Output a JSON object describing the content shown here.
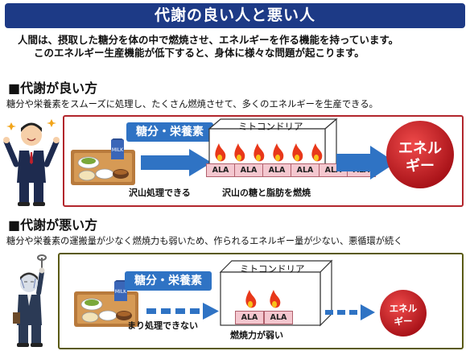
{
  "header": {
    "title": "代謝の良い人と悪い人"
  },
  "intro": {
    "line1": "人間は、摂取した糖分を体の中で燃焼させ、エネルギーを作る機能を持っています。",
    "line2": "このエネルギー生産機能が低下すると、身体に様々な問題が起こります。"
  },
  "good": {
    "heading": "■代謝が良い方",
    "description": "糖分や栄養素をスムーズに処理し、たくさん燃焼させて、多くのエネルギーを生産できる。",
    "nutrient_label": "糖分・栄養素",
    "mitochondria_label": "ミトコンドリア",
    "ala_labels": [
      "ALA",
      "ALA",
      "ALA",
      "ALA",
      "ALA",
      "ALA"
    ],
    "processing_caption": "沢山処理できる",
    "burning_caption": "沢山の糖と脂肪を燃焼",
    "energy_label_line1": "エネル",
    "energy_label_line2": "ギー",
    "milk_label": "MILK"
  },
  "bad": {
    "heading": "■代謝が悪い方",
    "description": "糖分や栄養素の運搬量が少なく燃焼力も弱いため、作られるエネルギー量が少ない、悪循環が続く",
    "nutrient_label": "糖分・栄養素",
    "mitochondria_label": "ミトコンドリア",
    "ala_labels": [
      "ALA",
      "ALA"
    ],
    "processing_caption": "まり処理できない",
    "burning_caption": "燃焼力が弱い",
    "energy_label_line1": "エネル",
    "energy_label_line2": "ギー",
    "milk_label": "MILK"
  },
  "colors": {
    "title_bg": "#1d3a86",
    "arrow_blue": "#2f73c4",
    "good_border": "#b2262c",
    "bad_border": "#5a5a14",
    "energy_red": "#c8202a",
    "ala_pink": "#f4c7cf"
  }
}
